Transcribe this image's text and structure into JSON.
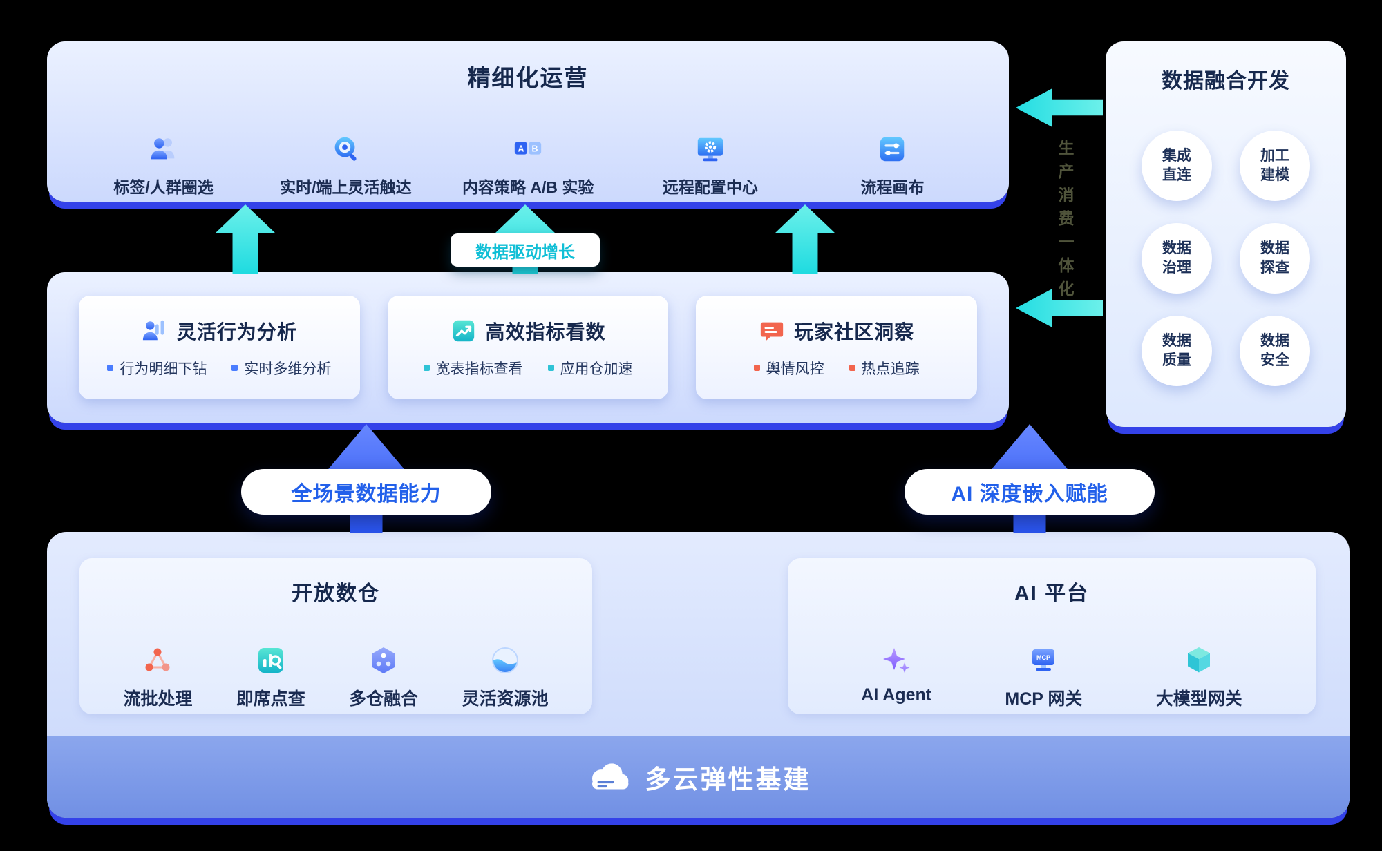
{
  "colors": {
    "background": "#000000",
    "panel_shadow_blue": "#3442e9",
    "cyan_arrow": "#2ee2e4",
    "blue_arrow": "#2f5bf1",
    "pill_blue_text": "#2260ea",
    "pill_cyan_text": "#10bfd6",
    "title_navy": "#16284d",
    "bullet_blue": "#4a7dff",
    "bullet_teal": "#2fc3d6",
    "bullet_red": "#f2654e",
    "infra_bar_blue": "#7d99e8"
  },
  "top_panel": {
    "title": "精细化运营",
    "items": [
      {
        "label": "标签/人群圈选",
        "icon": "users-icon"
      },
      {
        "label": "实时/端上灵活触达",
        "icon": "reach-target-icon"
      },
      {
        "label": "内容策略 A/B 实验",
        "icon": "ab-test-icon"
      },
      {
        "label": "远程配置中心",
        "icon": "remote-config-icon"
      },
      {
        "label": "流程画布",
        "icon": "flow-canvas-icon"
      }
    ]
  },
  "fusion_panel": {
    "title": "数据融合开发",
    "side_label": "生产消费一体化",
    "items": [
      {
        "label": "集成\n直连"
      },
      {
        "label": "加工\n建模"
      },
      {
        "label": "数据\n治理"
      },
      {
        "label": "数据\n探查"
      },
      {
        "label": "数据\n质量"
      },
      {
        "label": "数据\n安全"
      }
    ]
  },
  "analysis_panel": {
    "cards": [
      {
        "title": "灵活行为分析",
        "icon": "behavior-user-icon",
        "tags": [
          {
            "label": "行为明细下钻"
          },
          {
            "label": "实时多维分析"
          }
        ]
      },
      {
        "title": "高效指标看数",
        "icon": "metrics-chart-icon",
        "tags": [
          {
            "label": "宽表指标查看"
          },
          {
            "label": "应用仓加速"
          }
        ]
      },
      {
        "title": "玩家社区洞察",
        "icon": "community-chat-icon",
        "tags": [
          {
            "label": "舆情风控"
          },
          {
            "label": "热点追踪"
          }
        ]
      }
    ]
  },
  "connectors": {
    "data_growth_label": "数据驱动增长",
    "full_scene_label": "全场景数据能力",
    "ai_embed_label": "AI 深度嵌入赋能"
  },
  "base_panel": {
    "warehouse": {
      "title": "开放数仓",
      "items": [
        {
          "label": "流批处理",
          "icon": "stream-batch-icon"
        },
        {
          "label": "即席点查",
          "icon": "adhoc-query-icon"
        },
        {
          "label": "多仓融合",
          "icon": "multi-warehouse-icon"
        },
        {
          "label": "灵活资源池",
          "icon": "resource-pool-icon"
        }
      ]
    },
    "ai_platform": {
      "title": "AI 平台",
      "items": [
        {
          "label": "AI Agent",
          "icon": "ai-sparkle-icon"
        },
        {
          "label": "MCP 网关",
          "icon": "mcp-gateway-icon"
        },
        {
          "label": "大模型网关",
          "icon": "llm-gateway-icon"
        }
      ]
    },
    "infra_bar": {
      "label": "多云弹性基建",
      "icon": "cloud-server-icon"
    }
  },
  "icon_text": {
    "ab_a": "A",
    "ab_b": "B",
    "mcp": "MCP"
  }
}
